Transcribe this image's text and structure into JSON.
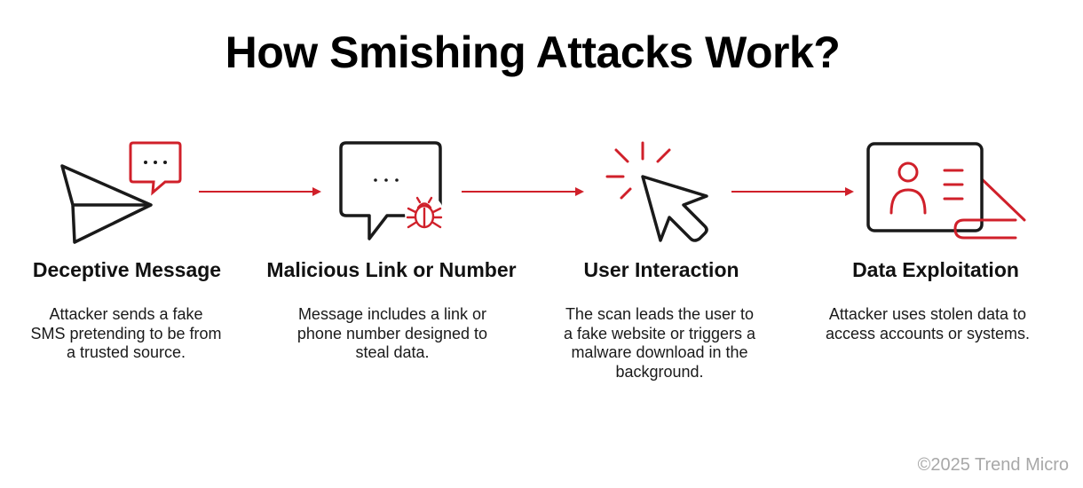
{
  "title": "How Smishing Attacks Work?",
  "steps": [
    {
      "title": "Deceptive Message",
      "description": "Attacker sends a fake SMS pretending to be from a trusted source.",
      "icon": "paper-plane-chat-icon"
    },
    {
      "title": "Malicious Link or Number",
      "description": "Message includes a link or phone number designed to steal data.",
      "icon": "chat-bug-icon"
    },
    {
      "title": "User Interaction",
      "description": "The scan leads the user to a fake website or triggers a malware download in the background.",
      "icon": "cursor-click-icon"
    },
    {
      "title": "Data Exploitation",
      "description": "Attacker uses stolen data to access accounts or systems.",
      "icon": "id-card-icon"
    }
  ],
  "footer": {
    "copyright": "©2025 Trend Micro"
  },
  "colors": {
    "accent": "#d0202a",
    "ink": "#1a1a1a",
    "muted": "#a8a8a8"
  }
}
